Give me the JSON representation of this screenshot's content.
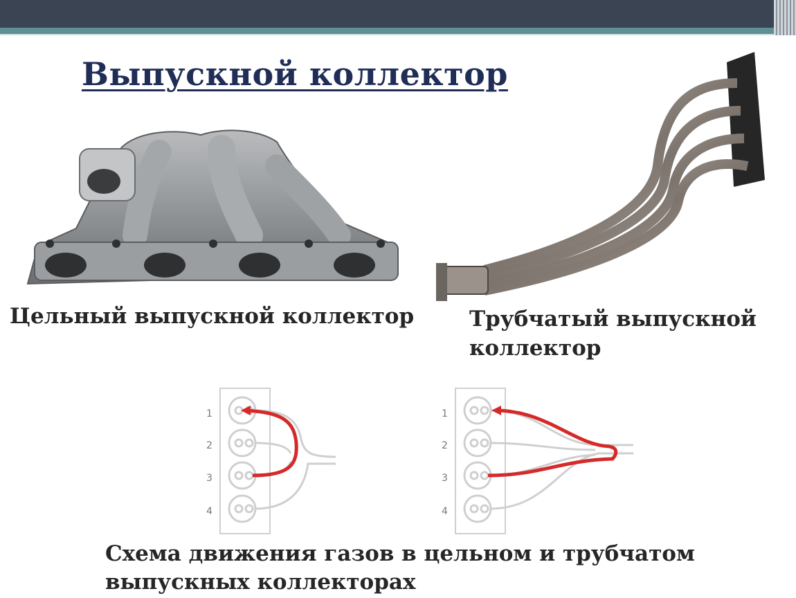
{
  "slide": {
    "title": "Выпускной коллектор",
    "caption_cast": "Цельный выпускной коллектор",
    "caption_tube_line1": "Трубчатый выпускной",
    "caption_tube_line2": "коллектор",
    "caption_scheme_line1": "Схема движения газов в цельном и трубчатом",
    "caption_scheme_line2": "выпускных коллекторах"
  },
  "diagrams": {
    "cylinders": [
      "1",
      "2",
      "3",
      "4"
    ],
    "flow_color": "#d42a2a",
    "pipe_color": "#c9c9c9"
  },
  "colors": {
    "title": "#1f2d57",
    "header_bar": "#3b4453",
    "header_stripe": "#5f8f95"
  }
}
